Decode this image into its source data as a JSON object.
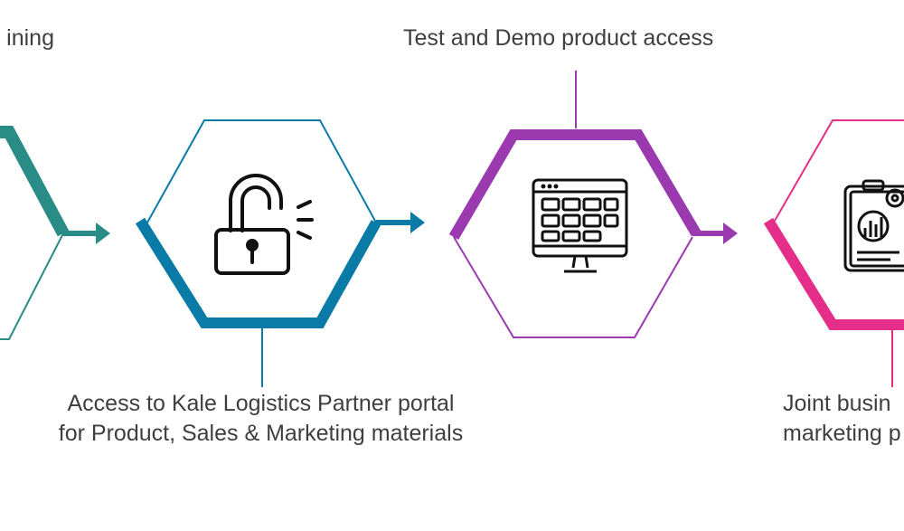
{
  "labels": {
    "training": "ining",
    "demo_access": "Test and Demo product access",
    "portal_line1": "Access to Kale Logistics Partner portal",
    "portal_line2": "for Product, Sales & Marketing materials",
    "joint_line1": "Joint busin",
    "joint_line2": "marketing p"
  },
  "colors": {
    "teal": "#2a8c86",
    "blue": "#0a7aa6",
    "purple": "#9a3aae",
    "pink": "#e52d8a",
    "text": "#3f3f3f",
    "icon": "#111111"
  },
  "icons": [
    "padlock-unlocked-icon",
    "monitor-grid-icon",
    "report-chart-icon"
  ]
}
